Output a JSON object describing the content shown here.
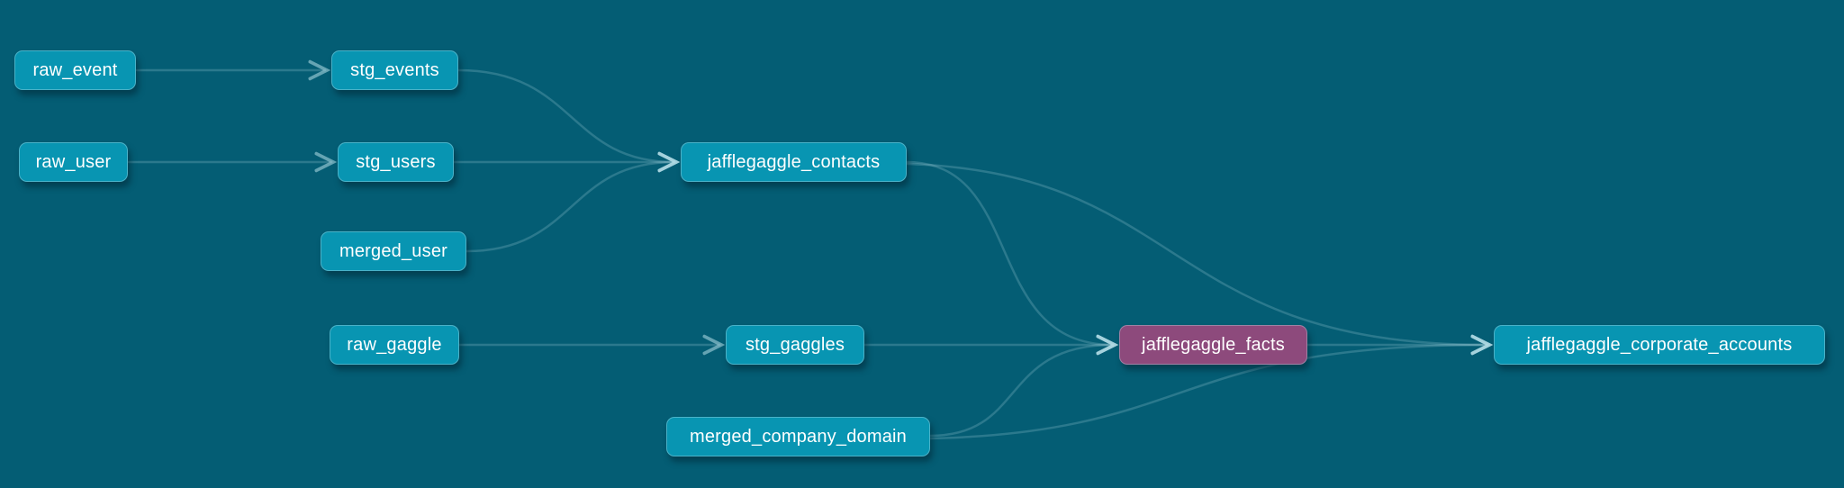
{
  "colors": {
    "background": "#045d74",
    "node_fill": "#0895b2",
    "node_highlight_fill": "#8d4a7c",
    "node_text": "#ffffff",
    "edge_line": "rgba(182,222,232,0.22)",
    "edge_arrow": "rgba(182,222,232,0.55)"
  },
  "graph": {
    "nodes": [
      {
        "id": "raw_event",
        "label": "raw_event",
        "highlighted": false
      },
      {
        "id": "raw_user",
        "label": "raw_user",
        "highlighted": false
      },
      {
        "id": "stg_events",
        "label": "stg_events",
        "highlighted": false
      },
      {
        "id": "stg_users",
        "label": "stg_users",
        "highlighted": false
      },
      {
        "id": "merged_user",
        "label": "merged_user",
        "highlighted": false
      },
      {
        "id": "jafflegaggle_contacts",
        "label": "jafflegaggle_contacts",
        "highlighted": false
      },
      {
        "id": "raw_gaggle",
        "label": "raw_gaggle",
        "highlighted": false
      },
      {
        "id": "stg_gaggles",
        "label": "stg_gaggles",
        "highlighted": false
      },
      {
        "id": "merged_company_domain",
        "label": "merged_company_domain",
        "highlighted": false
      },
      {
        "id": "jafflegaggle_facts",
        "label": "jafflegaggle_facts",
        "highlighted": true
      },
      {
        "id": "jafflegaggle_corporate_accounts",
        "label": "jafflegaggle_corporate_accounts",
        "highlighted": false
      }
    ],
    "edges": [
      {
        "from": "raw_event",
        "to": "stg_events"
      },
      {
        "from": "raw_user",
        "to": "stg_users"
      },
      {
        "from": "stg_events",
        "to": "jafflegaggle_contacts"
      },
      {
        "from": "stg_users",
        "to": "jafflegaggle_contacts"
      },
      {
        "from": "merged_user",
        "to": "jafflegaggle_contacts"
      },
      {
        "from": "raw_gaggle",
        "to": "stg_gaggles"
      },
      {
        "from": "stg_gaggles",
        "to": "jafflegaggle_facts"
      },
      {
        "from": "jafflegaggle_contacts",
        "to": "jafflegaggle_facts"
      },
      {
        "from": "merged_company_domain",
        "to": "jafflegaggle_facts"
      },
      {
        "from": "jafflegaggle_facts",
        "to": "jafflegaggle_corporate_accounts"
      },
      {
        "from": "jafflegaggle_contacts",
        "to": "jafflegaggle_corporate_accounts"
      },
      {
        "from": "merged_company_domain",
        "to": "jafflegaggle_corporate_accounts"
      }
    ]
  }
}
